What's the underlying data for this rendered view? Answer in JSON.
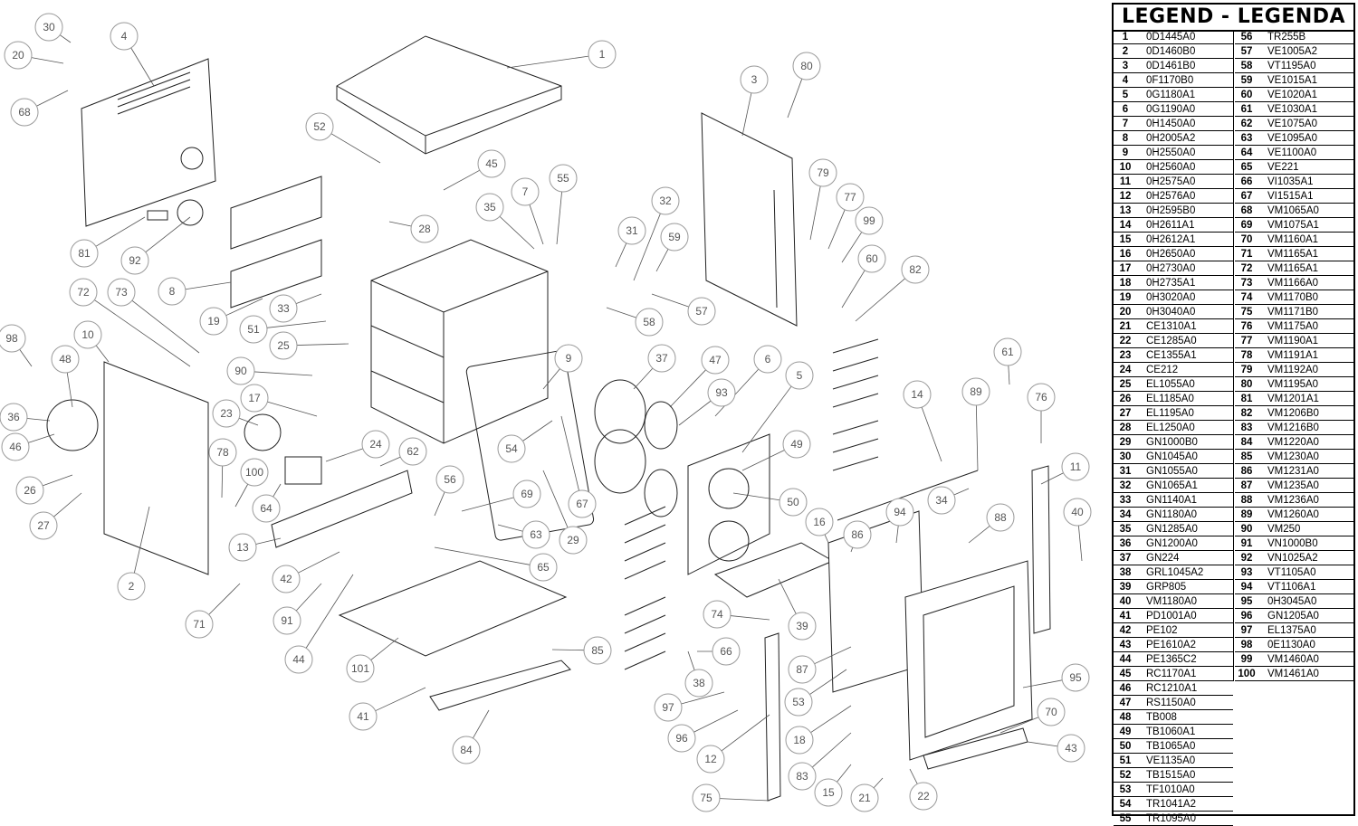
{
  "legend": {
    "title": "LEGEND - LEGENDA",
    "entries": [
      {
        "n": "1",
        "code": "0D1445A0"
      },
      {
        "n": "2",
        "code": "0D1460B0"
      },
      {
        "n": "3",
        "code": "0D1461B0"
      },
      {
        "n": "4",
        "code": "0F1170B0"
      },
      {
        "n": "5",
        "code": "0G1180A1"
      },
      {
        "n": "6",
        "code": "0G1190A0"
      },
      {
        "n": "7",
        "code": "0H1450A0"
      },
      {
        "n": "8",
        "code": "0H2005A2"
      },
      {
        "n": "9",
        "code": "0H2550A0"
      },
      {
        "n": "10",
        "code": "0H2560A0"
      },
      {
        "n": "11",
        "code": "0H2575A0"
      },
      {
        "n": "12",
        "code": "0H2576A0"
      },
      {
        "n": "13",
        "code": "0H2595B0"
      },
      {
        "n": "14",
        "code": "0H2611A1"
      },
      {
        "n": "15",
        "code": "0H2612A1"
      },
      {
        "n": "16",
        "code": "0H2650A0"
      },
      {
        "n": "17",
        "code": "0H2730A0"
      },
      {
        "n": "18",
        "code": "0H2735A1"
      },
      {
        "n": "19",
        "code": "0H3020A0"
      },
      {
        "n": "20",
        "code": "0H3040A0"
      },
      {
        "n": "21",
        "code": "CE1310A1"
      },
      {
        "n": "22",
        "code": "CE1285A0"
      },
      {
        "n": "23",
        "code": "CE1355A1"
      },
      {
        "n": "24",
        "code": "CE212"
      },
      {
        "n": "25",
        "code": "EL1055A0"
      },
      {
        "n": "26",
        "code": "EL1185A0"
      },
      {
        "n": "27",
        "code": "EL1195A0"
      },
      {
        "n": "28",
        "code": "EL1250A0"
      },
      {
        "n": "29",
        "code": "GN1000B0"
      },
      {
        "n": "30",
        "code": "GN1045A0"
      },
      {
        "n": "31",
        "code": "GN1055A0"
      },
      {
        "n": "32",
        "code": "GN1065A1"
      },
      {
        "n": "33",
        "code": "GN1140A1"
      },
      {
        "n": "34",
        "code": "GN1180A0"
      },
      {
        "n": "35",
        "code": "GN1285A0"
      },
      {
        "n": "36",
        "code": "GN1200A0"
      },
      {
        "n": "37",
        "code": "GN224"
      },
      {
        "n": "38",
        "code": "GRL1045A2"
      },
      {
        "n": "39",
        "code": "GRP805"
      },
      {
        "n": "40",
        "code": "VM1180A0"
      },
      {
        "n": "41",
        "code": "PD1001A0"
      },
      {
        "n": "42",
        "code": "PE102"
      },
      {
        "n": "43",
        "code": "PE1610A2"
      },
      {
        "n": "44",
        "code": "PE1365C2"
      },
      {
        "n": "45",
        "code": "RC1170A1"
      },
      {
        "n": "46",
        "code": "RC1210A1"
      },
      {
        "n": "47",
        "code": "RS1150A0"
      },
      {
        "n": "48",
        "code": "TB008"
      },
      {
        "n": "49",
        "code": "TB1060A1"
      },
      {
        "n": "50",
        "code": "TB1065A0"
      },
      {
        "n": "51",
        "code": "VE1135A0"
      },
      {
        "n": "52",
        "code": "TB1515A0"
      },
      {
        "n": "53",
        "code": "TF1010A0"
      },
      {
        "n": "54",
        "code": "TR1041A2"
      },
      {
        "n": "55",
        "code": "TR1095A0"
      },
      {
        "n": "56",
        "code": "TR255B"
      },
      {
        "n": "57",
        "code": "VE1005A2"
      },
      {
        "n": "58",
        "code": "VT1195A0"
      },
      {
        "n": "59",
        "code": "VE1015A1"
      },
      {
        "n": "60",
        "code": "VE1020A1"
      },
      {
        "n": "61",
        "code": "VE1030A1"
      },
      {
        "n": "62",
        "code": "VE1075A0"
      },
      {
        "n": "63",
        "code": "VE1095A0"
      },
      {
        "n": "64",
        "code": "VE1100A0"
      },
      {
        "n": "65",
        "code": "VE221"
      },
      {
        "n": "66",
        "code": "VI1035A1"
      },
      {
        "n": "67",
        "code": "VI1515A1"
      },
      {
        "n": "68",
        "code": "VM1065A0"
      },
      {
        "n": "69",
        "code": "VM1075A1"
      },
      {
        "n": "70",
        "code": "VM1160A1"
      },
      {
        "n": "71",
        "code": "VM1165A1"
      },
      {
        "n": "72",
        "code": "VM1165A1"
      },
      {
        "n": "73",
        "code": "VM1166A0"
      },
      {
        "n": "74",
        "code": "VM1170B0"
      },
      {
        "n": "75",
        "code": "VM1171B0"
      },
      {
        "n": "76",
        "code": "VM1175A0"
      },
      {
        "n": "77",
        "code": "VM1190A1"
      },
      {
        "n": "78",
        "code": "VM1191A1"
      },
      {
        "n": "79",
        "code": "VM1192A0"
      },
      {
        "n": "80",
        "code": "VM1195A0"
      },
      {
        "n": "81",
        "code": "VM1201A1"
      },
      {
        "n": "82",
        "code": "VM1206B0"
      },
      {
        "n": "83",
        "code": "VM1216B0"
      },
      {
        "n": "84",
        "code": "VM1220A0"
      },
      {
        "n": "85",
        "code": "VM1230A0"
      },
      {
        "n": "86",
        "code": "VM1231A0"
      },
      {
        "n": "87",
        "code": "VM1235A0"
      },
      {
        "n": "88",
        "code": "VM1236A0"
      },
      {
        "n": "89",
        "code": "VM1260A0"
      },
      {
        "n": "90",
        "code": "VM250"
      },
      {
        "n": "91",
        "code": "VN1000B0"
      },
      {
        "n": "92",
        "code": "VN1025A2"
      },
      {
        "n": "93",
        "code": "VT1105A0"
      },
      {
        "n": "94",
        "code": "VT1106A1"
      },
      {
        "n": "95",
        "code": "0H3045A0"
      },
      {
        "n": "96",
        "code": "GN1205A0"
      },
      {
        "n": "97",
        "code": "EL1375A0"
      },
      {
        "n": "98",
        "code": "0E1130A0"
      },
      {
        "n": "99",
        "code": "VM1460A0"
      },
      {
        "n": "100",
        "code": "VM1461A0"
      }
    ]
  },
  "callouts": [
    {
      "n": "1"
    },
    {
      "n": "2"
    },
    {
      "n": "3"
    },
    {
      "n": "4"
    },
    {
      "n": "5"
    },
    {
      "n": "6"
    },
    {
      "n": "7"
    },
    {
      "n": "8"
    },
    {
      "n": "9"
    },
    {
      "n": "10"
    },
    {
      "n": "11"
    },
    {
      "n": "12"
    },
    {
      "n": "13"
    },
    {
      "n": "14"
    },
    {
      "n": "15"
    },
    {
      "n": "16"
    },
    {
      "n": "17"
    },
    {
      "n": "18"
    },
    {
      "n": "19"
    },
    {
      "n": "20"
    },
    {
      "n": "21"
    },
    {
      "n": "22"
    },
    {
      "n": "23"
    },
    {
      "n": "24"
    },
    {
      "n": "25"
    },
    {
      "n": "26"
    },
    {
      "n": "27"
    },
    {
      "n": "28"
    },
    {
      "n": "29"
    },
    {
      "n": "30"
    },
    {
      "n": "31"
    },
    {
      "n": "32"
    },
    {
      "n": "33"
    },
    {
      "n": "34"
    },
    {
      "n": "35"
    },
    {
      "n": "36"
    },
    {
      "n": "37"
    },
    {
      "n": "38"
    },
    {
      "n": "39"
    },
    {
      "n": "40"
    },
    {
      "n": "41"
    },
    {
      "n": "42"
    },
    {
      "n": "43"
    },
    {
      "n": "44"
    },
    {
      "n": "45"
    },
    {
      "n": "46"
    },
    {
      "n": "47"
    },
    {
      "n": "48"
    },
    {
      "n": "49"
    },
    {
      "n": "50"
    },
    {
      "n": "51"
    },
    {
      "n": "52"
    },
    {
      "n": "53"
    },
    {
      "n": "54"
    },
    {
      "n": "55"
    },
    {
      "n": "56"
    },
    {
      "n": "57"
    },
    {
      "n": "58"
    },
    {
      "n": "59"
    },
    {
      "n": "60"
    },
    {
      "n": "61"
    },
    {
      "n": "62"
    },
    {
      "n": "63"
    },
    {
      "n": "64"
    },
    {
      "n": "65"
    },
    {
      "n": "66"
    },
    {
      "n": "67"
    },
    {
      "n": "68"
    },
    {
      "n": "69"
    },
    {
      "n": "70"
    },
    {
      "n": "71"
    },
    {
      "n": "72"
    },
    {
      "n": "73"
    },
    {
      "n": "74"
    },
    {
      "n": "75"
    },
    {
      "n": "76"
    },
    {
      "n": "77"
    },
    {
      "n": "78"
    },
    {
      "n": "79"
    },
    {
      "n": "80"
    },
    {
      "n": "81"
    },
    {
      "n": "82"
    },
    {
      "n": "83"
    },
    {
      "n": "84"
    },
    {
      "n": "85"
    },
    {
      "n": "86"
    },
    {
      "n": "87"
    },
    {
      "n": "88"
    },
    {
      "n": "89"
    },
    {
      "n": "90"
    },
    {
      "n": "91"
    },
    {
      "n": "92"
    },
    {
      "n": "93"
    },
    {
      "n": "94"
    },
    {
      "n": "95"
    },
    {
      "n": "96"
    },
    {
      "n": "97"
    },
    {
      "n": "98"
    },
    {
      "n": "99"
    },
    {
      "n": "100"
    },
    {
      "n": "101"
    }
  ]
}
